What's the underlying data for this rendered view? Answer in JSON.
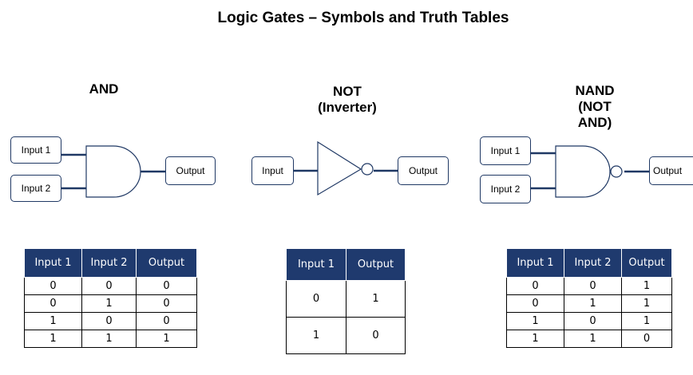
{
  "title": "Logic Gates – Symbols and Truth Tables",
  "colors": {
    "accent": "#1f3a6e",
    "wire": "#1f3864"
  },
  "gates": {
    "and": {
      "name": "AND",
      "input1": "Input 1",
      "input2": "Input 2",
      "output": "Output",
      "headers": [
        "Input 1",
        "Input 2",
        "Output"
      ],
      "rows": [
        [
          "0",
          "0",
          "0"
        ],
        [
          "0",
          "1",
          "0"
        ],
        [
          "1",
          "0",
          "0"
        ],
        [
          "1",
          "1",
          "1"
        ]
      ]
    },
    "not": {
      "name_line1": "NOT",
      "name_line2": "(Inverter)",
      "input": "Input",
      "output": "Output",
      "headers": [
        "Input 1",
        "Output"
      ],
      "rows": [
        [
          "0",
          "1"
        ],
        [
          "1",
          "0"
        ]
      ]
    },
    "nand": {
      "name_line1": "NAND",
      "name_line2": "(NOT",
      "name_line3": "AND)",
      "input1": "Input 1",
      "input2": "Input 2",
      "output": "Output",
      "headers": [
        "Input 1",
        "Input 2",
        "Output"
      ],
      "rows": [
        [
          "0",
          "0",
          "1"
        ],
        [
          "0",
          "1",
          "1"
        ],
        [
          "1",
          "0",
          "1"
        ],
        [
          "1",
          "1",
          "0"
        ]
      ]
    }
  }
}
